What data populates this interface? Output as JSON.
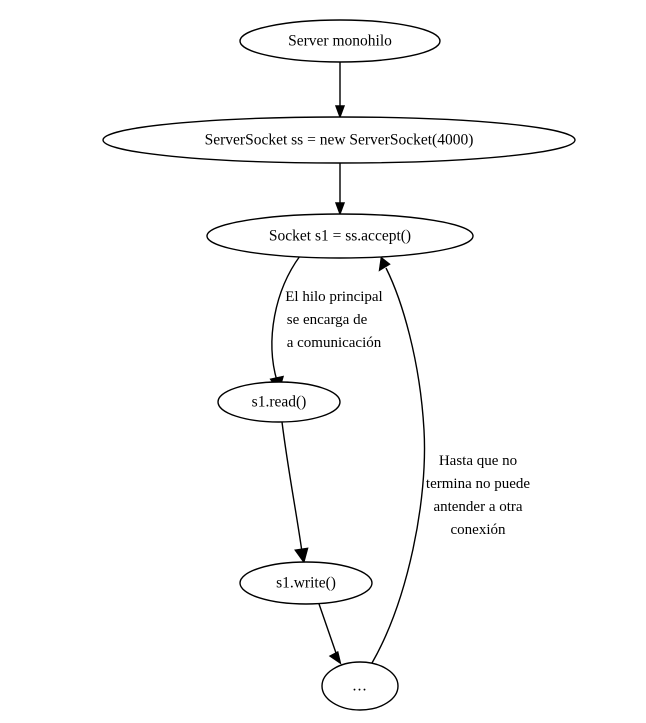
{
  "diagram": {
    "title": "Server monohilo flow diagram",
    "background": "#ffffff",
    "stroke_color": "#000000",
    "nodes": [
      {
        "id": "start",
        "label": "Server monohilo"
      },
      {
        "id": "socket",
        "label": "ServerSocket ss = new ServerSocket(4000)"
      },
      {
        "id": "accept",
        "label": "Socket s1 = ss.accept()"
      },
      {
        "id": "read",
        "label": "s1.read()"
      },
      {
        "id": "write",
        "label": "s1.write()"
      },
      {
        "id": "more",
        "label": "..."
      }
    ],
    "edge_labels": {
      "main_thread": {
        "line1": "El hilo principal",
        "line2": "se encarga de",
        "line3": "a comunicación"
      },
      "blocking": {
        "line1": "Hasta que no",
        "line2": "termina no puede",
        "line3": "antender a otra",
        "line4": "conexión"
      }
    }
  }
}
